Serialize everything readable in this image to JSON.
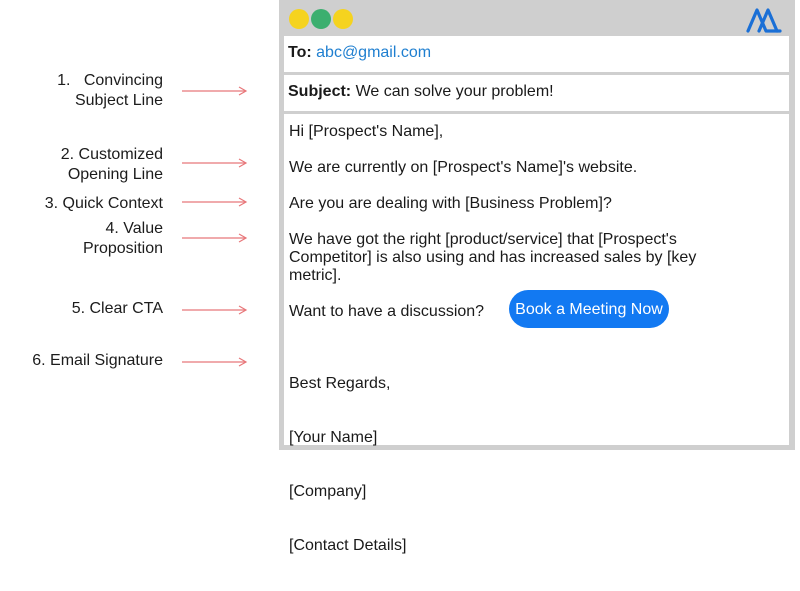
{
  "annotations": [
    {
      "number": "1.",
      "text": "Convincing\nSubject Line"
    },
    {
      "number": "2.",
      "text": "Customized\nOpening Line"
    },
    {
      "number": "3.",
      "text": "Quick Context"
    },
    {
      "number": "4.",
      "text": "Value\nProposition"
    },
    {
      "number": "5.",
      "text": "Clear CTA"
    },
    {
      "number": "6.",
      "text": "Email Signature"
    }
  ],
  "colors": {
    "arrow": "#e8777a",
    "dot_yellow": "#f5d31f",
    "dot_green": "#3caf6f",
    "window_frame": "#cfcfcf",
    "cta_button": "#1279f2",
    "logo": "#1a6fd6",
    "email_link": "#1f7fd0"
  },
  "email": {
    "to_label": "To:",
    "to_value": "abc@gmail.com",
    "subject_label": "Subject:",
    "subject_value": "We can solve your problem!",
    "greeting": "Hi [Prospect's Name],",
    "opening": "We are currently on [Prospect's Name]'s website.",
    "context": "Are you are dealing with [Business Problem]?",
    "value_prop": "We have got the right [product/service] that [Prospect's Competitor] is also using and has increased sales by [key metric].",
    "cta_text": "Want to have a discussion?",
    "cta_button": "Book a Meeting Now",
    "signature": [
      "Best Regards,",
      "[Your Name]",
      "[Company]",
      "[Contact Details]"
    ]
  },
  "icons": {
    "logo": "brand-logo-icon",
    "arrow": "arrow-right-icon",
    "window_dots": [
      "yellow-dot-icon",
      "green-dot-icon",
      "yellow-dot-icon"
    ]
  }
}
